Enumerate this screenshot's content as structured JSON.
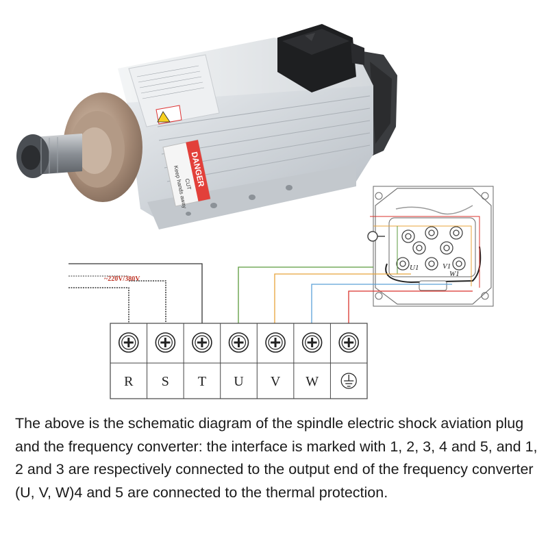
{
  "supply_label": "~220V/380V",
  "terminals": [
    {
      "label": "R",
      "wire": "black-solid"
    },
    {
      "label": "S",
      "wire": "black-dotted"
    },
    {
      "label": "T",
      "wire": "black"
    },
    {
      "label": "U",
      "wire": "green"
    },
    {
      "label": "V",
      "wire": "orange"
    },
    {
      "label": "W",
      "wire": "blue"
    },
    {
      "label": "",
      "icon": "ground-icon",
      "wire": "red"
    }
  ],
  "colors": {
    "green": "#5a9a3c",
    "orange": "#e8a33a",
    "blue": "#5aa0d8",
    "red": "#d9322b",
    "danger_label": "#e2403a"
  },
  "spindle": {
    "danger_text": "DANGER",
    "cut_text": "CUT",
    "keep_text": "Keep hands away"
  },
  "connector_labels": [
    "U1",
    "V1",
    "W1"
  ],
  "caption": "The above is the schematic diagram of the spindle electric shock aviation plug and the frequency converter: the interface is marked with 1, 2, 3, 4 and 5, and 1, 2 and 3 are respectively connected to the output end of the frequency converter (U, V, W)4 and 5 are connected to the thermal protection."
}
